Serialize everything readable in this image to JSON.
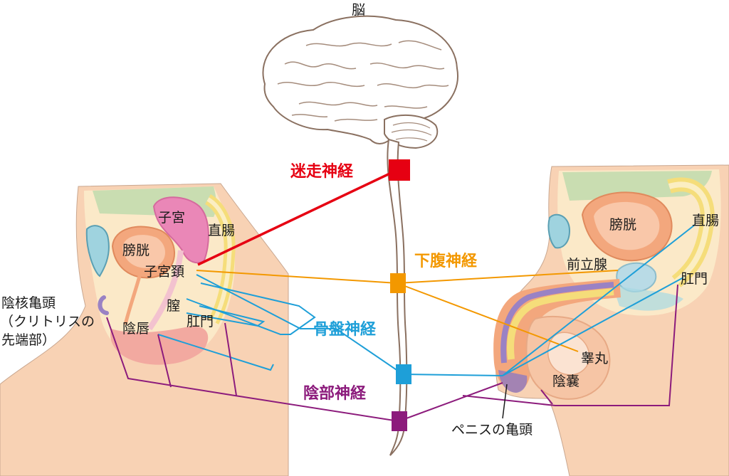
{
  "labels": {
    "brain": "脳",
    "female_clitoris": "陰核亀頭",
    "female_clitoris_note1": "（クリトリスの",
    "female_clitoris_note2": "先端部）",
    "female_uterus": "子宮",
    "female_rectum": "直腸",
    "female_bladder": "膀胱",
    "female_cervix": "子宮頚",
    "female_vagina": "膣",
    "female_labia": "陰唇",
    "female_anus": "肛門",
    "male_bladder": "膀胱",
    "male_rectum": "直腸",
    "male_prostate": "前立腺",
    "male_anus": "肛門",
    "male_testis": "睾丸",
    "male_scrotum": "陰嚢",
    "male_glans": "ペニスの亀頭"
  },
  "nerves": {
    "vagus": {
      "label": "迷走神経",
      "color": "#e60012"
    },
    "hypogastric": {
      "label": "下腹神経",
      "color": "#f39800"
    },
    "pelvic": {
      "label": "骨盤神経",
      "color": "#1e9fd8"
    },
    "pudendal": {
      "label": "陰部神経",
      "color": "#8c1b7c"
    }
  }
}
